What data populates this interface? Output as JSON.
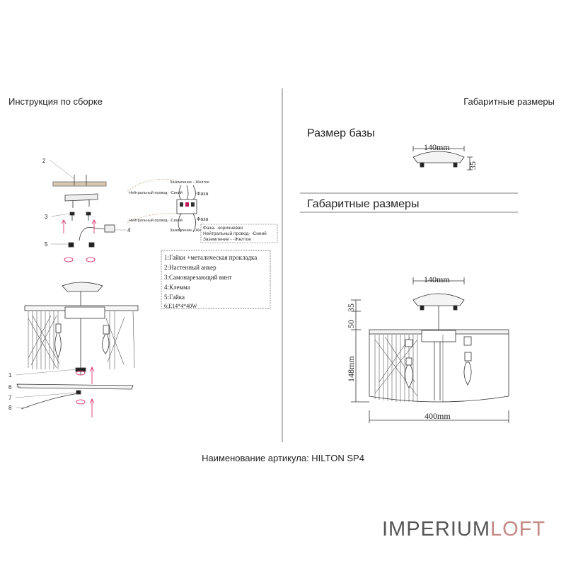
{
  "headings": {
    "left": "Инструкция по сборке",
    "right": "Габаритные размеры",
    "base_size": "Размер базы",
    "overall_size": "Габаритные размеры"
  },
  "article_line": "Наименование артикула: HILTON SP4",
  "brand": {
    "part1": "IMPERIUM",
    "part2": "LOFT",
    "accent_color": "#c48a86"
  },
  "callouts": [
    "2",
    "3",
    "4",
    "5",
    "1",
    "6",
    "7",
    "8"
  ],
  "wiring": {
    "neutral_top": "Нейтральный провод- -Синий",
    "phase_top": "Фаза",
    "ground_top": "Заземление --Желтое",
    "neutral_bottom": "Нейтральный провод- -Синий",
    "phase_bottom": "Фаза",
    "ground_bottom": "Заземление --Желтое",
    "legend": [
      "Фаза- -коричневая",
      "Нейтральный провод- -Синий",
      "Заземление - -Желтое"
    ]
  },
  "parts_legend": [
    "1:Гайки +металическая прокладка",
    "2:Настенный анкер",
    "3:Самонарезающий винт",
    "4:Клемма",
    "5:Гайка",
    "6:E14*4*40W"
  ],
  "base_dims": {
    "width": "140mm",
    "height": "35"
  },
  "overall_dims": {
    "top_width": "140mm",
    "h1": "50",
    "h2": "35",
    "body_height": "148mm",
    "width": "400mm"
  },
  "colors": {
    "callout": "#c2185b",
    "arrow": "#d81b60",
    "line": "#333333"
  }
}
